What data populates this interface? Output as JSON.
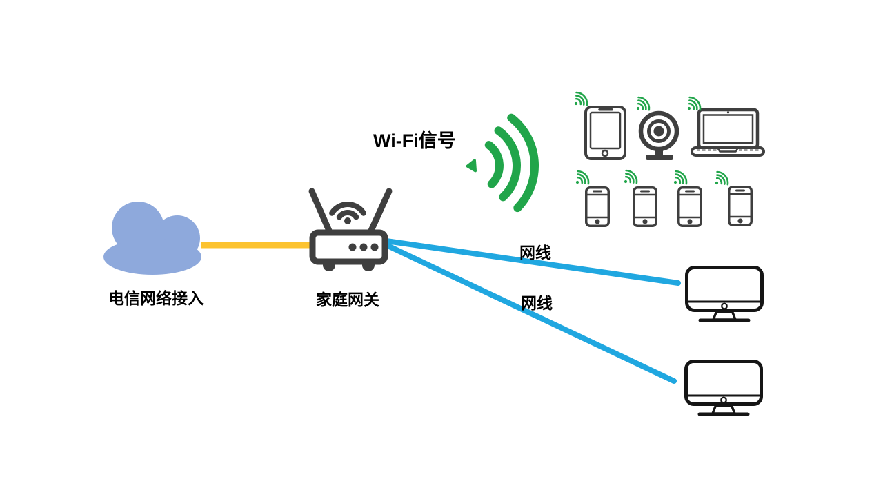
{
  "labels": {
    "cloud": "电信网络接入",
    "gateway": "家庭网关",
    "wifi": "Wi-Fi信号",
    "cable_top": "网线",
    "cable_bottom": "网线"
  },
  "colors": {
    "background": "#FFFFFF",
    "cloud-fill": "#8EA9DC",
    "wan-line": "#FCC330",
    "lan-line": "#20A7E0",
    "wifi-green": "#21A54A",
    "device-dark": "#3F3F3F",
    "monitor-dark": "#151515",
    "label-text": "#000000"
  },
  "diagram": {
    "type": "network-topology",
    "nodes": [
      {
        "id": "telecom-cloud",
        "label": "电信网络接入",
        "icon": "cloud"
      },
      {
        "id": "home-gateway",
        "label": "家庭网关",
        "icon": "wireless-router"
      },
      {
        "id": "tablet",
        "icon": "tablet",
        "wireless": true
      },
      {
        "id": "webcam",
        "icon": "webcam",
        "wireless": true
      },
      {
        "id": "laptop",
        "icon": "laptop",
        "wireless": true
      },
      {
        "id": "phone-1",
        "icon": "smartphone",
        "wireless": true
      },
      {
        "id": "phone-2",
        "icon": "smartphone",
        "wireless": true
      },
      {
        "id": "phone-3",
        "icon": "smartphone",
        "wireless": true
      },
      {
        "id": "phone-4",
        "icon": "smartphone",
        "wireless": true
      },
      {
        "id": "desktop-1",
        "icon": "desktop-monitor",
        "wireless": false
      },
      {
        "id": "desktop-2",
        "icon": "desktop-monitor",
        "wireless": false
      }
    ],
    "connections": [
      {
        "from": "telecom-cloud",
        "to": "home-gateway",
        "style": "yellow-cable",
        "label": ""
      },
      {
        "from": "home-gateway",
        "to": "desktop-1",
        "style": "blue-cable",
        "label": "网线"
      },
      {
        "from": "home-gateway",
        "to": "desktop-2",
        "style": "blue-cable",
        "label": "网线"
      },
      {
        "from": "home-gateway",
        "to": "wireless-devices",
        "style": "wifi-waves",
        "label": "Wi-Fi信号"
      }
    ]
  }
}
